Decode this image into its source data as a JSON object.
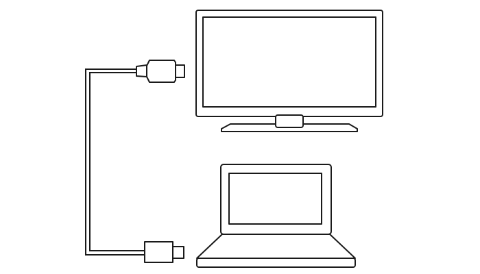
{
  "diagram": {
    "description_items": [
      "tv-monitor",
      "laptop",
      "hdmi-cable"
    ],
    "colors": {
      "stroke": "#1a1a1a",
      "background": "#ffffff"
    }
  }
}
